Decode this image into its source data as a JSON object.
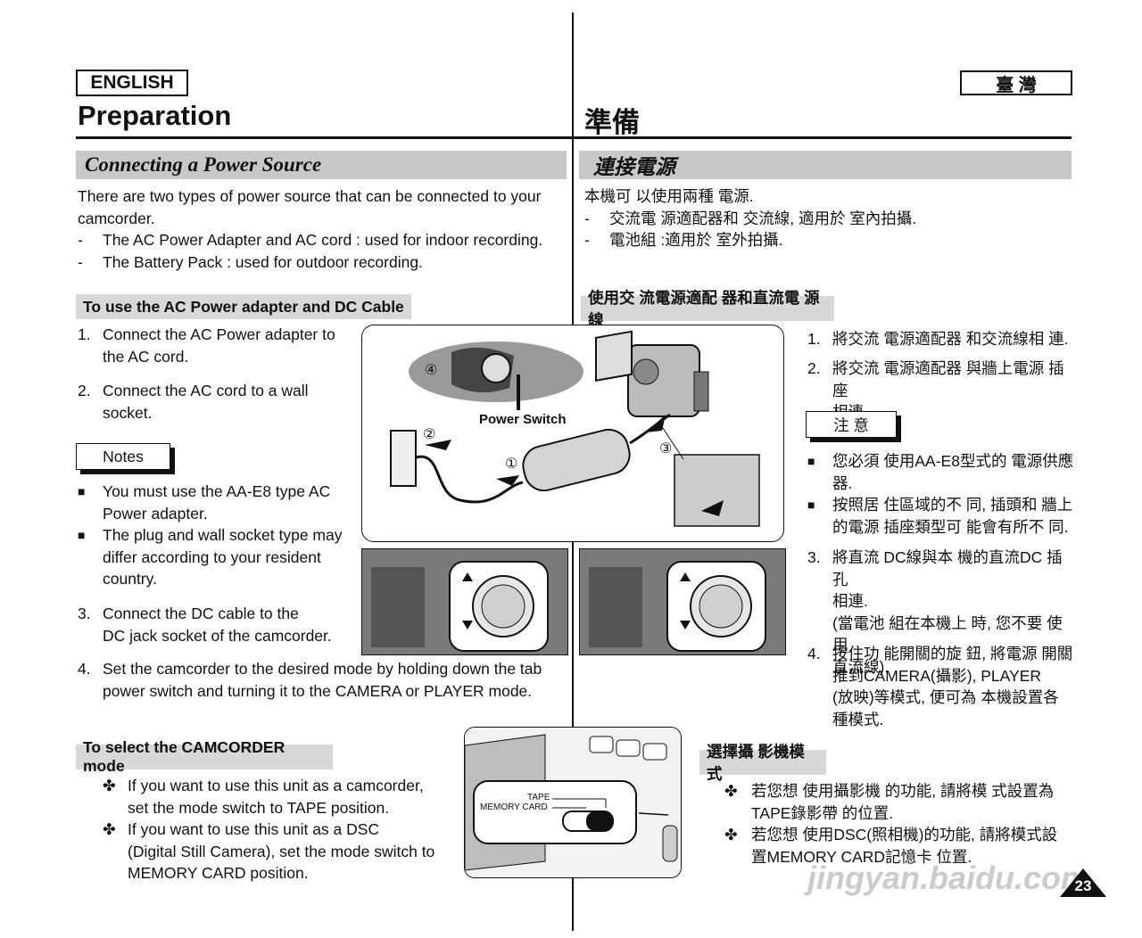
{
  "header": {
    "lang_left": "ENGLISH",
    "lang_right": "臺 灣",
    "title_left": "Preparation",
    "title_right": "準備"
  },
  "section": {
    "en_title": "Connecting a Power Source",
    "zh_title": "連接電源"
  },
  "intro_en": {
    "line1": "There are two types of power source that can be connected to your",
    "line2": "camcorder.",
    "b1": "The AC Power Adapter and AC cord : used for indoor recording.",
    "b2": "The Battery Pack : used for outdoor recording.",
    "dash": "-"
  },
  "intro_zh": {
    "line1": "本機可 以使用兩種 電源.",
    "b1": "交流電 源適配器和 交流線, 適用於 室內拍攝.",
    "b2": "電池組 :適用於 室外拍攝.",
    "dash": "-"
  },
  "ac_section": {
    "en_heading": "To use the AC Power adapter and DC Cable",
    "zh_heading": "使用交 流電源適配 器和直流電 源線",
    "steps_en": [
      {
        "num": "1.",
        "l1": "Connect the AC Power adapter to",
        "l2": "the AC cord."
      },
      {
        "num": "2.",
        "l1": "Connect the AC cord to a wall",
        "l2": "socket."
      },
      {
        "num": "3.",
        "l1": "Connect the DC cable to the",
        "l2": "DC jack socket of the camcorder."
      },
      {
        "num": "4.",
        "l1": "Set the camcorder to the desired mode by holding down the tab",
        "l2": "power switch and turning it to the CAMERA or PLAYER mode."
      }
    ],
    "notes_label": "Notes",
    "notes_en": [
      {
        "mark": "■",
        "l1": "You must use the AA-E8 type AC",
        "l2": "Power adapter."
      },
      {
        "mark": "■",
        "l1": "The plug and wall socket type may",
        "l2": "differ according to your resident",
        "l3": "country."
      }
    ],
    "steps_zh": [
      {
        "num": "1.",
        "l1": "將交流 電源適配器 和交流線相 連."
      },
      {
        "num": "2.",
        "l1": "將交流 電源適配器 與牆上電源 插座",
        "l2": "相連"
      },
      {
        "num": "3.",
        "l1": "將直流 DC線與本 機的直流DC 插孔",
        "l2": "相連.",
        "l3": "(當電池 組在本機上 時, 您不要 使用",
        "l4": "直流線)."
      },
      {
        "num": "4.",
        "l1": "按住功 能開關的旋 鈕, 將電源 開關",
        "l2": "推到CAMERA(攝影), PLAYER",
        "l3": "(放映)等模式, 便可為 本機設置各",
        "l4": "種模式."
      }
    ],
    "notes_label_zh": "注 意",
    "notes_zh": [
      {
        "mark": "■",
        "l1": "您必須 使用AA-E8型式的 電源供應",
        "l2": "器."
      },
      {
        "mark": "■",
        "l1": "按照居 住區域的不 同, 插頭和 牆上",
        "l2": "的電源 插座類型可 能會有所不 同."
      }
    ]
  },
  "figure": {
    "power_switch_label": "Power Switch",
    "c1": "①",
    "c2": "②",
    "c3": "③",
    "c4": "④",
    "tape_label": "TAPE",
    "memory_card_label": "MEMORY CARD"
  },
  "mode_section": {
    "en_heading": "To select the CAMCORDER mode",
    "zh_heading": "選擇攝 影機模式",
    "items_en": [
      {
        "mark": "✤",
        "l1": "If you want to use this unit as a camcorder,",
        "l2": "set the mode switch to TAPE position."
      },
      {
        "mark": "✤",
        "l1": "If you want to use this unit as a DSC",
        "l2": "(Digital Still Camera), set the mode switch to",
        "l3": "MEMORY CARD position."
      }
    ],
    "items_zh": [
      {
        "mark": "✤",
        "l1": "若您想 使用攝影機 的功能, 請將模 式設置為",
        "l2": "TAPE錄影帶 的位置."
      },
      {
        "mark": "✤",
        "l1": "若您想 使用DSC(照相機)的功能, 請將模式設",
        "l2": "置MEMORY CARD記憶卡 位置."
      }
    ]
  },
  "page_number": "23",
  "watermark": "jingyan.baidu.com"
}
